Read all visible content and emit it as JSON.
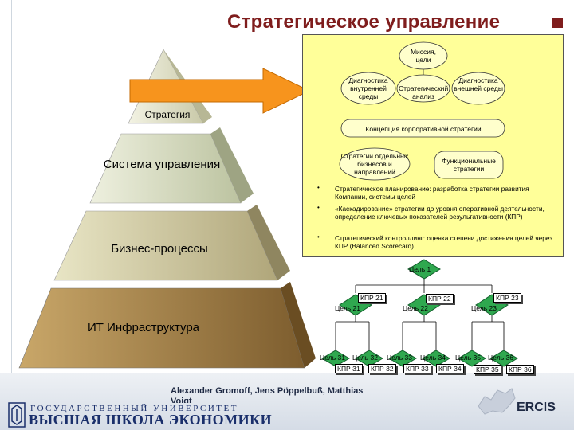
{
  "slide": {
    "title": "Стратегическое управление"
  },
  "pyramid": {
    "levels": [
      {
        "label": "Стратегия"
      },
      {
        "label": "Система управления"
      },
      {
        "label": "Бизнес-процессы"
      },
      {
        "label": "ИТ Инфраструктура"
      }
    ]
  },
  "panel": {
    "mission": "Миссия, цели",
    "diag_internal": "Диагностика внутренней среды",
    "strategic_analysis": "Стратегический анализ",
    "diag_external": "Диагностика внешней среды",
    "concept": "Концепция корпоративной стратегии",
    "business_strategies": "Стратегии отдельных бизнесов и направлений",
    "functional_strategies": "Функциональные стратегии",
    "bullets": [
      "Стратегическое планирование: разработка стратегии развития Компании, системы целей",
      "«Каскадирование» стратегии до уровня оперативной деятельности, определение ключевых показателей результативности (КПР)",
      "Стратегический контроллинг: оценка степени достижения целей через КПР (Balanced Scorecard)"
    ]
  },
  "goal_tree": {
    "root": "Цель 1",
    "level2": [
      {
        "goal": "Цель 21",
        "kpi": "КПР 21"
      },
      {
        "goal": "Цель 22",
        "kpi": "КПР 22"
      },
      {
        "goal": "Цель 23",
        "kpi": "КПР 23"
      }
    ],
    "level3": [
      {
        "goal": "Цель 31",
        "kpi": "КПР 31"
      },
      {
        "goal": "Цель 32",
        "kpi": "КПР 32"
      },
      {
        "goal": "Цель 33",
        "kpi": "КПР 33"
      },
      {
        "goal": "Цель 34",
        "kpi": "КПР 34"
      },
      {
        "goal": "Цель 35",
        "kpi": "КПР 35"
      },
      {
        "goal": "Цель 36",
        "kpi": "КПР 36"
      }
    ]
  },
  "footer": {
    "authors": "Alexander Gromoff, Jens Pöppelbuß, Matthias",
    "authors_cont": "Voigt",
    "university_top": "ГОСУДАРСТВЕННЫЙ УНИВЕРСИТЕТ",
    "university_bottom": "ВЫСШАЯ ШКОЛА ЭКОНОМИКИ",
    "partner_logo": "ERCIS"
  },
  "colors": {
    "title": "#7f1d1d",
    "panel": "#ffff99",
    "arrow": "#f7941d",
    "goal_nodes": "#2fa84f",
    "pyramid_light": "#e6e6c8",
    "pyramid_dark": "#8b6b3b"
  }
}
